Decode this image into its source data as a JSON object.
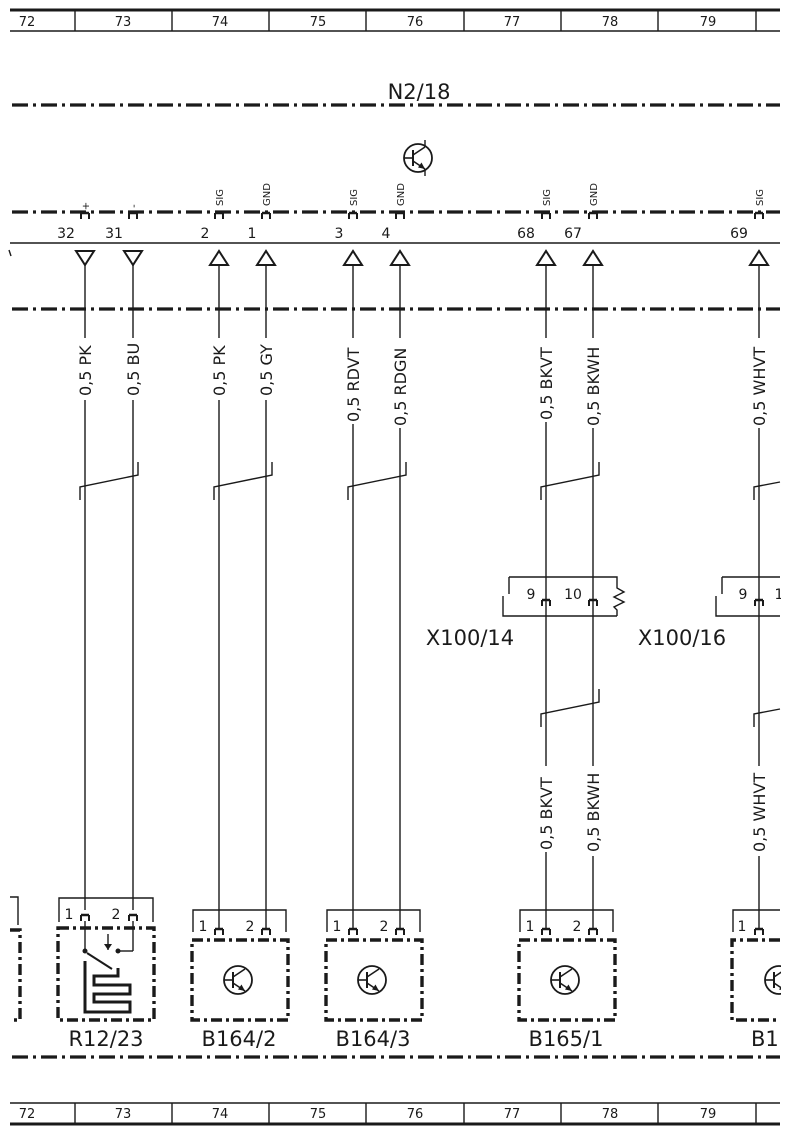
{
  "grid_top": [
    "72",
    "73",
    "74",
    "75",
    "76",
    "77",
    "78",
    "79"
  ],
  "grid_bottom": [
    "72",
    "73",
    "74",
    "75",
    "76",
    "77",
    "78",
    "79"
  ],
  "module": {
    "name": "N2/18",
    "pins": [
      {
        "num": "32",
        "func": "+",
        "dir": "down"
      },
      {
        "num": "31",
        "func": "-",
        "dir": "down"
      },
      {
        "num": "2",
        "func": "SIG",
        "dir": "up"
      },
      {
        "num": "1",
        "func": "GND",
        "dir": "up"
      },
      {
        "num": "3",
        "func": "SIG",
        "dir": "up"
      },
      {
        "num": "4",
        "func": "GND",
        "dir": "up"
      },
      {
        "num": "68",
        "func": "SIG",
        "dir": "up"
      },
      {
        "num": "67",
        "func": "GND",
        "dir": "up"
      },
      {
        "num": "69",
        "func": "SIG",
        "dir": "up"
      }
    ]
  },
  "wires_upper": [
    "0,5 PK",
    "0,5 BU",
    "0,5 PK",
    "0,5 GY",
    "0,5 RDVT",
    "0,5 RDGN",
    "0,5 BKVT",
    "0,5 BKWH",
    "0,5 WHVT"
  ],
  "connectors": [
    {
      "name": "X100/14",
      "pins": [
        "9",
        "10"
      ]
    },
    {
      "name": "X100/16",
      "pins": [
        "9",
        "1"
      ]
    }
  ],
  "wires_lower": [
    "0,5 BKVT",
    "0,5 BKWH",
    "0,5 WHVT"
  ],
  "components": [
    {
      "name": "R12/23",
      "pins": [
        "1",
        "2"
      ],
      "icon": "heater-switch-icon"
    },
    {
      "name": "B164/2",
      "pins": [
        "1",
        "2"
      ],
      "icon": "transistor-icon"
    },
    {
      "name": "B164/3",
      "pins": [
        "1",
        "2"
      ],
      "icon": "transistor-icon"
    },
    {
      "name": "B165/1",
      "pins": [
        "1",
        "2"
      ],
      "icon": "transistor-icon"
    },
    {
      "name": "B1",
      "pins": [
        "1"
      ],
      "icon": "transistor-icon"
    }
  ]
}
